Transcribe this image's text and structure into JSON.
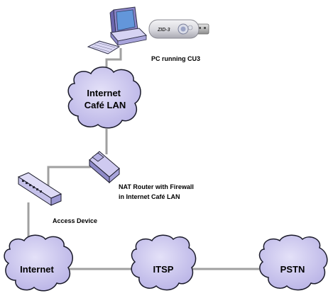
{
  "nodes": {
    "pc": {
      "label": "PC running CU3"
    },
    "usb_stick": {
      "text": "ZID-3"
    },
    "cafe_lan": {
      "label_line1": "Internet",
      "label_line2": "Café LAN"
    },
    "router": {
      "label_line1": "NAT Router with Firewall",
      "label_line2": "in Internet Café LAN"
    },
    "access_device": {
      "label": "Access Device"
    },
    "internet": {
      "label": "Internet"
    },
    "itsp": {
      "label": "ITSP"
    },
    "pstn": {
      "label": "PSTN"
    }
  },
  "colors": {
    "cloud_fill": "#cdc8ee",
    "cloud_stroke": "#1a1a2a",
    "link": "#a0a0a0",
    "device_fill": "#c9c4ec",
    "device_dark": "#3a3a3a"
  }
}
